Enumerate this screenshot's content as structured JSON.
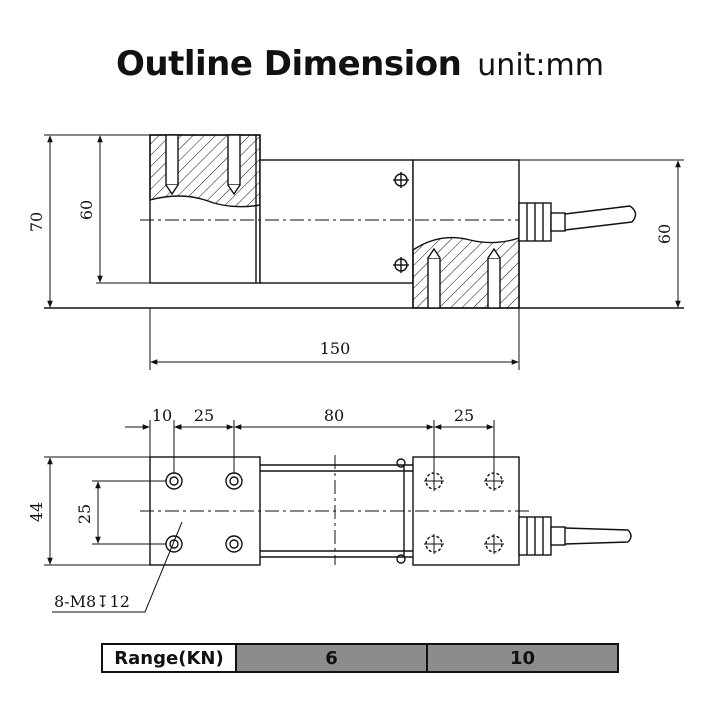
{
  "title": {
    "main": "Outline Dimension",
    "unit": "unit:mm"
  },
  "top_view": {
    "dimensions": {
      "height_total": "70",
      "height_left": "60",
      "height_right": "60",
      "length": "150"
    }
  },
  "plan_view": {
    "dimensions": {
      "d1": "10",
      "d2": "25",
      "d3": "80",
      "d4": "25",
      "width": "44",
      "hole_spacing": "25"
    },
    "hole_callout": "8-M8↧12"
  },
  "range_table": {
    "header": "Range(KN)",
    "values": [
      "6",
      "10"
    ]
  }
}
